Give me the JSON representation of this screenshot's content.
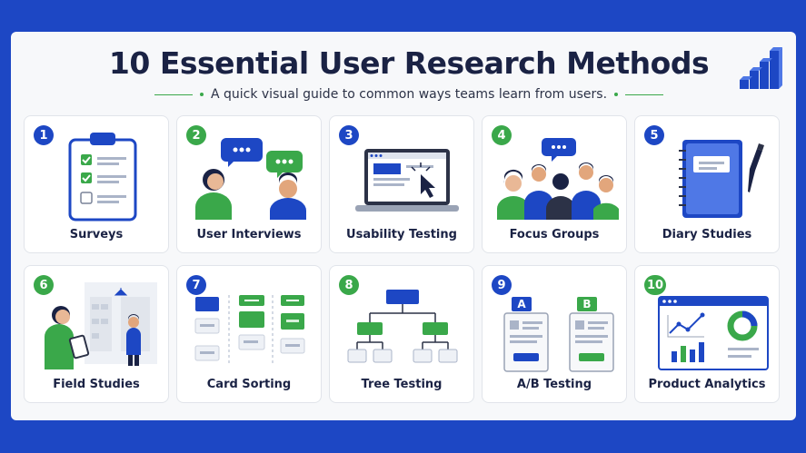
{
  "header": {
    "title": "10 Essential User Research Methods",
    "subtitle": "A quick visual guide to common ways teams learn from users."
  },
  "colors": {
    "primary_blue": "#1d47c4",
    "accent_green": "#3aa84a",
    "background": "#1d47c4",
    "panel": "#f7f8fa"
  },
  "methods": [
    {
      "number": "1",
      "label": "Surveys",
      "icon": "clipboard-checklist-icon"
    },
    {
      "number": "2",
      "label": "User Interviews",
      "icon": "interview-people-icon"
    },
    {
      "number": "3",
      "label": "Usability Testing",
      "icon": "laptop-cursor-icon"
    },
    {
      "number": "4",
      "label": "Focus Groups",
      "icon": "group-discussion-icon"
    },
    {
      "number": "5",
      "label": "Diary Studies",
      "icon": "notebook-pen-icon"
    },
    {
      "number": "6",
      "label": "Field Studies",
      "icon": "field-observation-icon"
    },
    {
      "number": "7",
      "label": "Card Sorting",
      "icon": "card-columns-icon"
    },
    {
      "number": "8",
      "label": "Tree Testing",
      "icon": "tree-hierarchy-icon"
    },
    {
      "number": "9",
      "label": "A/B Testing",
      "icon": "ab-comparison-icon",
      "variant_a": "A",
      "variant_b": "B"
    },
    {
      "number": "10",
      "label": "Product Analytics",
      "icon": "analytics-dashboard-icon"
    }
  ]
}
